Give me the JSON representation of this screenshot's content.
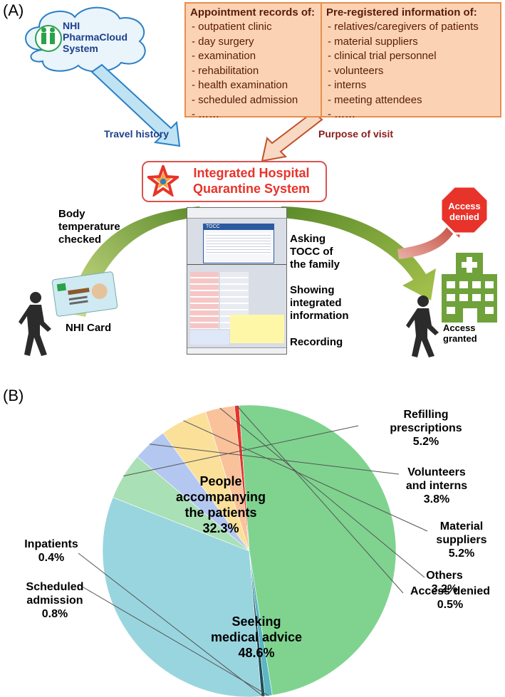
{
  "panel_a": {
    "label": "(A)",
    "cloud": {
      "line1": "NHI",
      "line2": "PharmaCloud",
      "line3": "System"
    },
    "appointment": {
      "title": "Appointment records of:",
      "items": [
        "outpatient clinic",
        "day surgery",
        "examination",
        "rehabilitation",
        "health examination",
        "scheduled admission",
        "……"
      ]
    },
    "preregistered": {
      "title": "Pre-registered information of:",
      "items": [
        "relatives/caregivers of patients",
        "material suppliers",
        "clinical trial personnel",
        "volunteers",
        "interns",
        "meeting attendees",
        "……"
      ]
    },
    "travel_history": "Travel history",
    "purpose_of_visit": "Purpose of visit",
    "system_title_line1": "Integrated Hospital",
    "system_title_line2": "Quarantine System",
    "body_temp": {
      "line1": "Body",
      "line2": "temperature",
      "line3": "checked"
    },
    "asking": {
      "line1": "Asking",
      "line2": "TOCC of",
      "line3": "the family"
    },
    "showing": {
      "line1": "Showing",
      "line2": "integrated",
      "line3": "information"
    },
    "recording": "Recording",
    "nhi_card": "NHI Card",
    "access_denied": {
      "line1": "Access",
      "line2": "denied"
    },
    "access_granted": {
      "line1": "Access",
      "line2": "granted"
    },
    "screen_window_title": "TOCC"
  },
  "panel_b": {
    "label": "(B)"
  },
  "colors": {
    "people": "#99d5df",
    "seeking": "#7fd38f",
    "refilling": "#a9e0b5",
    "volunteers": "#b4c7f0",
    "suppliers": "#fbe09a",
    "others": "#f9c29b",
    "denied": "#e8332a",
    "inpatients": "#1f4e5a",
    "scheduled": "#5cb6c3"
  },
  "chart_data": {
    "type": "pie",
    "title": "",
    "start_angle_deg": 94,
    "slices": [
      {
        "key": "denied",
        "label": [
          "Access denied"
        ],
        "value": 0.5,
        "pct": "0.5%"
      },
      {
        "key": "others",
        "label": [
          "Others"
        ],
        "value": 3.2,
        "pct": "3.2%"
      },
      {
        "key": "suppliers",
        "label": [
          "Material",
          "suppliers"
        ],
        "value": 5.2,
        "pct": "5.2%"
      },
      {
        "key": "volunteers",
        "label": [
          "Volunteers",
          "and interns"
        ],
        "value": 3.8,
        "pct": "3.8%"
      },
      {
        "key": "refilling",
        "label": [
          "Refilling",
          "prescriptions"
        ],
        "value": 5.2,
        "pct": "5.2%"
      },
      {
        "key": "people",
        "label": [
          "People",
          "accompanying",
          "the patients"
        ],
        "value": 32.3,
        "pct": "32.3%"
      },
      {
        "key": "inpatients",
        "label": [
          "Inpatients"
        ],
        "value": 0.4,
        "pct": "0.4%"
      },
      {
        "key": "scheduled",
        "label": [
          "Scheduled",
          "admission"
        ],
        "value": 0.8,
        "pct": "0.8%"
      },
      {
        "key": "seeking",
        "label": [
          "Seeking",
          "medical advice"
        ],
        "value": 48.6,
        "pct": "48.6%"
      }
    ]
  }
}
